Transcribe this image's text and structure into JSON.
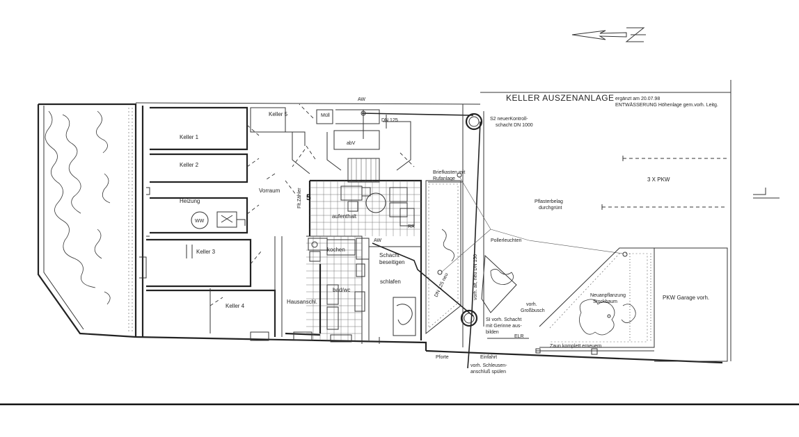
{
  "title": "KELLER AUSZENANLAGE",
  "revision_note": "ergänzt am 20.07.98",
  "drainage_note": "ENTWÄSSERUNG Höhenlage gem.vorh. Leitg.",
  "north_arrow_label": "N",
  "rooms": {
    "keller_5": "Keller 5",
    "keller_1": "Keller 1",
    "keller_2": "Keller 2",
    "heizung": "Heizung",
    "ww": "WW",
    "keller_3": "Keller 3",
    "keller_4": "Keller 4",
    "vorraum": "Vorraum",
    "hausanschl": "Hausanschl.",
    "flt_zaehler": "Flt.Zähler",
    "muell": "Müll",
    "abv": "abV",
    "unit_number": "5",
    "aufenthalt": "aufenthalt",
    "kochen": "kochen",
    "bad_wc": "bad/wc",
    "schlafen": "schlafen",
    "rr": "RR"
  },
  "annotations": {
    "aw_top": "AW",
    "aw_mid": "AW",
    "dn125": "DN 125",
    "s2_kontroll": "S2 neuerKontroll-",
    "s2_schacht": "schacht DN 1000",
    "briefkasten": "Briefkasten mit",
    "rufanlage": "Rufanlage",
    "schacht_beseitigen_1": "Schacht",
    "schacht_beseitigen_2": "beseitigen",
    "pollerleuchten": "Pollerleuchten",
    "dn150": "vorh. alt, neu DN 150",
    "dn125_diag": "DN 125 neu",
    "vorh_grossbusch_1": "vorh.",
    "vorh_grossbusch_2": "Großbusch",
    "si_schacht_1": "SI vorh. Schacht",
    "si_schacht_2": "mit Gerinne aus-",
    "si_schacht_3": "bilden",
    "elr": "ELR",
    "pforte": "Pforte",
    "einfahrt": "Einfahrt",
    "schleusen_1": "vorh. Schleusen-",
    "schleusen_2": "anschluß spülen",
    "pkw_3x": "3 X PKW",
    "pflaster_1": "Pflasterbelag",
    "pflaster_2": "durchgrünt",
    "neupflanzung_1": "Neuanpflanzung",
    "neupflanzung_2": "Stockbaum",
    "pkw_garage": "PKW Garage vorh.",
    "zaun": "Zaun komplett erneuern"
  }
}
